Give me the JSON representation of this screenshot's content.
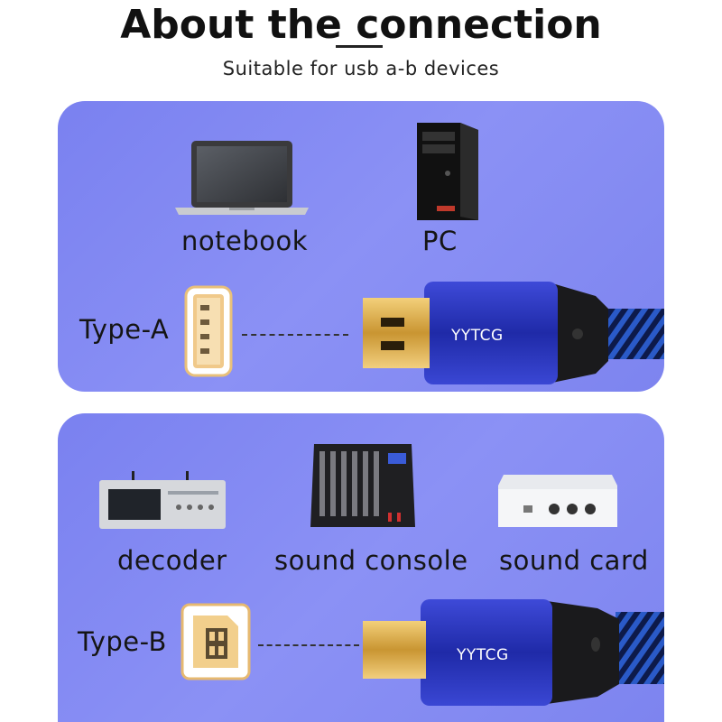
{
  "header": {
    "title": "About the connection",
    "subtitle": "Suitable for usb a-b devices"
  },
  "top_section": {
    "devices": [
      {
        "label": "notebook",
        "icon": "laptop-icon"
      },
      {
        "label": "PC",
        "icon": "desktop-tower-icon"
      }
    ],
    "connector_label": "Type-A",
    "brand": "YYTCG"
  },
  "bottom_section": {
    "devices": [
      {
        "label": "decoder",
        "icon": "decoder-icon"
      },
      {
        "label": "sound console",
        "icon": "mixer-icon"
      },
      {
        "label": "sound card",
        "icon": "sound-card-icon"
      }
    ],
    "connector_label": "Type-B",
    "brand": "YYTCG"
  },
  "colors": {
    "panel": "#8088f2",
    "cable_housing": "#2b39c4",
    "gold": "#e0b24a"
  }
}
